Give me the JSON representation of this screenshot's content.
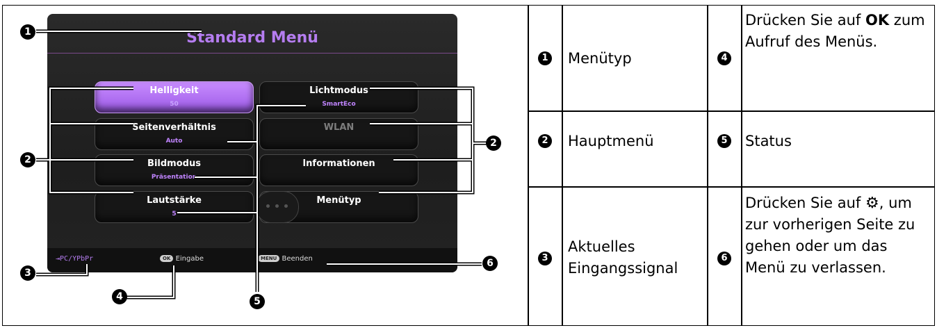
{
  "osd": {
    "title": "Standard Menü",
    "tiles": [
      {
        "label": "Helligkeit",
        "value": "50",
        "selected": true
      },
      {
        "label": "Lichtmodus",
        "value": "SmartEco"
      },
      {
        "label": "Seitenverhältnis",
        "value": "Auto"
      },
      {
        "label": "WLAN",
        "value": "",
        "disabled": true
      },
      {
        "label": "Bildmodus",
        "value": "Präsentation"
      },
      {
        "label": "Informationen",
        "value": ""
      },
      {
        "label": "Lautstärke",
        "value": "5"
      },
      {
        "label": "Menütyp",
        "value": ""
      }
    ],
    "footer": {
      "source": "PC/YPbPr",
      "ok_badge": "OK",
      "ok_label": "Eingabe",
      "menu_badge": "MENU",
      "menu_label": "Beenden"
    }
  },
  "callouts": [
    "1",
    "2",
    "2",
    "3",
    "4",
    "5",
    "6"
  ],
  "legend": {
    "rows": [
      {
        "num_left": "1",
        "text_left": "Menütyp",
        "num_right": "4",
        "text_right_pre": "Drücken Sie auf ",
        "text_right_bold": "OK",
        "text_right_post": "zum Aufruf des Menüs."
      },
      {
        "num_left": "2",
        "text_left": "Hauptmenü",
        "num_right": "5",
        "text_right": "Status"
      },
      {
        "num_left": "3",
        "text_left": "Aktuelles Eingangssignal",
        "num_right": "6",
        "text_right_pre": "Drücken Sie auf ",
        "text_right_icon": "settings-gear-icon",
        "text_right_post": ", um zur vorherigen Seite zu gehen oder um das Menü zu verlassen."
      }
    ]
  },
  "colors": {
    "accent": "#b57df0",
    "selected_tile": "#a86af0"
  }
}
